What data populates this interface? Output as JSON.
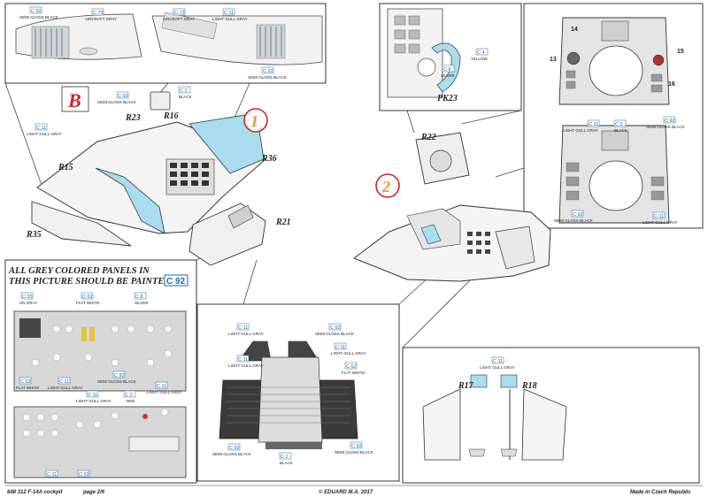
{
  "footer": {
    "left": "648 312  F-14A cockpit",
    "page": "page 2/6",
    "copyright": "© EDUARD  M.A. 2017",
    "origin": "Made in Czech Republic"
  },
  "notice": {
    "line1": "ALL GREY COLORED PANELS IN",
    "line2": "THIS PICTURE SHOULD BE PAINTED",
    "code": "C 92"
  },
  "markers": {
    "b": "B",
    "step1": "1",
    "step2": "2"
  },
  "parts": {
    "r15": "R15",
    "r16": "R16",
    "r21": "R21",
    "r22": "R22",
    "r23": "R23",
    "r35": "R35",
    "r36": "R36",
    "r17": "R17",
    "r18": "R18",
    "pk23": "PK23",
    "n13": "13",
    "n14": "14",
    "n15": "15",
    "n16": "16"
  },
  "colors": {
    "c92": {
      "code": "C 92",
      "name": "SEMI GLOSS BLACK"
    },
    "c2": {
      "code": "C 2",
      "name": "BLACK"
    },
    "c73": {
      "code": "C 73",
      "name": "AIRCRAFT GRAY"
    },
    "c11": {
      "code": "C 11",
      "name": "LIGHT GULL GRAY"
    },
    "c4": {
      "code": "C 4",
      "name": "YELLOW"
    },
    "c8": {
      "code": "C 8",
      "name": "SILVER"
    },
    "c35": {
      "code": "C 35",
      "name": "UN GRAY"
    },
    "c62": {
      "code": "C 62",
      "name": "FLAT WHITE"
    },
    "c3": {
      "code": "C 3",
      "name": "RED"
    },
    "accent_blue": "#a9dcef",
    "label_blue": "#1a6fa8",
    "marker_red": "#d2232a",
    "marker_orange": "#e39b2d"
  }
}
